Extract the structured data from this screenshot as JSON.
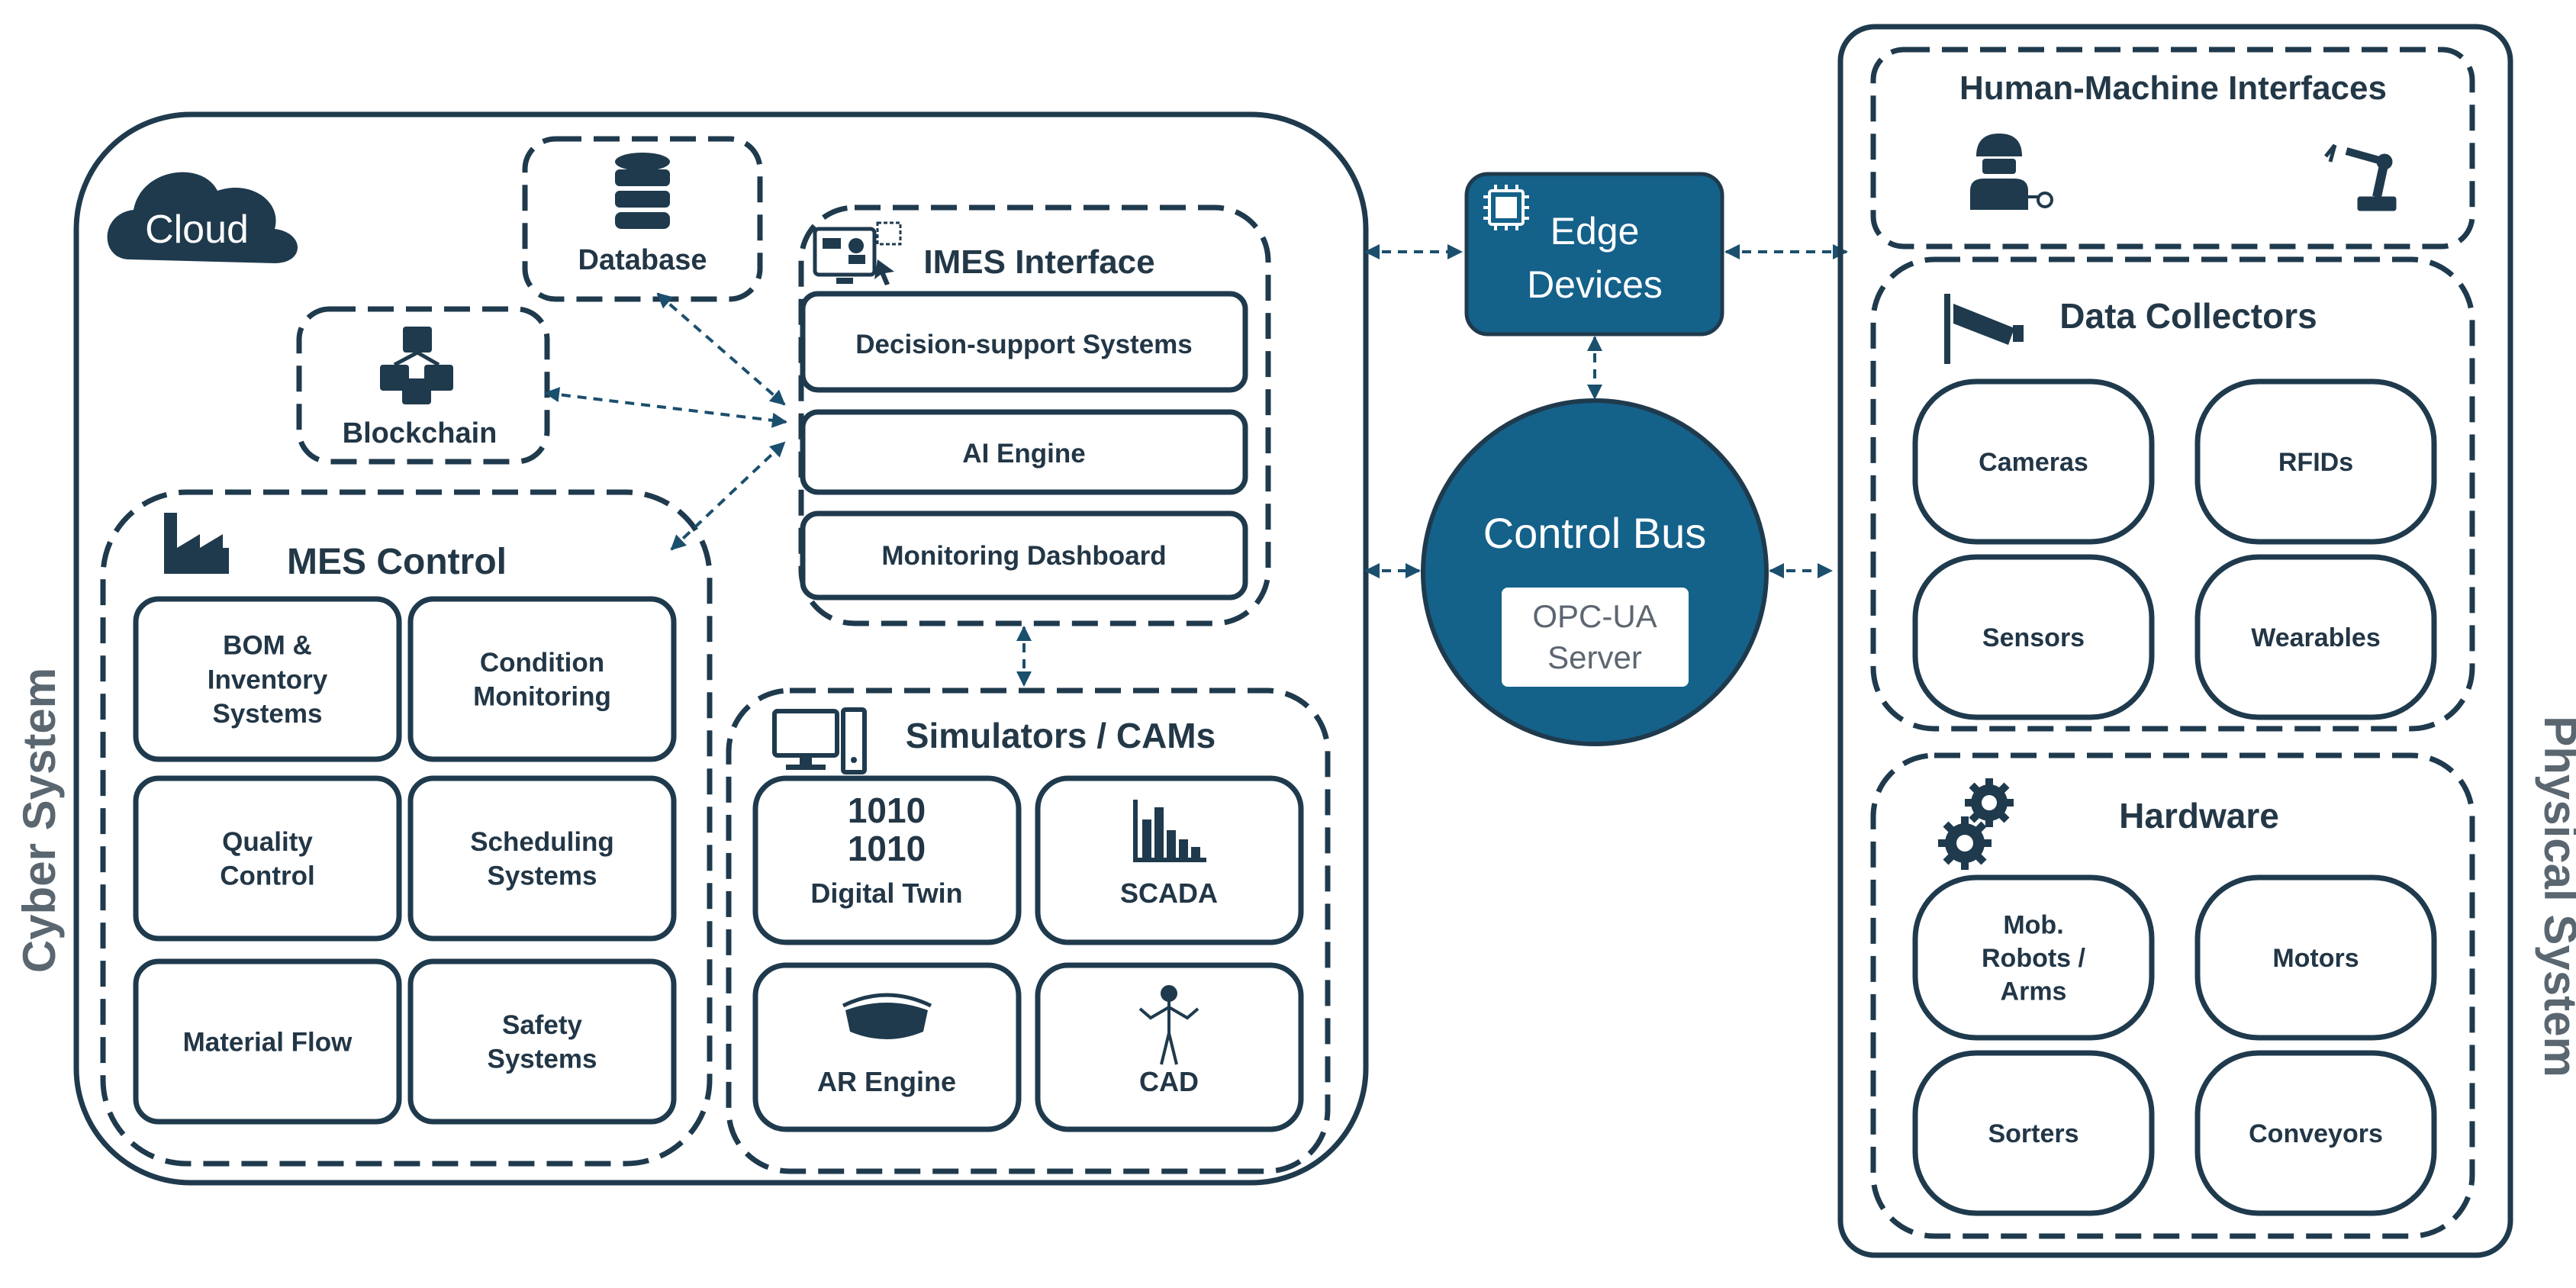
{
  "colors": {
    "navy": "#1f3a4d",
    "teal": "#14618a",
    "arrow": "#1b4f6e",
    "side": "#5a6670"
  },
  "cyber": {
    "label": "Cyber System",
    "cloud": "Cloud",
    "database": "Database",
    "blockchain": "Blockchain",
    "imes": {
      "title": "IMES Interface",
      "items": [
        "Decision-support Systems",
        "AI Engine",
        "Monitoring Dashboard"
      ]
    },
    "mes": {
      "title": "MES Control",
      "items": [
        [
          "BOM &",
          "Inventory",
          "Systems"
        ],
        [
          "Condition",
          "Monitoring"
        ],
        [
          "Quality",
          "Control"
        ],
        [
          "Scheduling",
          "Systems"
        ],
        [
          "Material Flow"
        ],
        [
          "Safety",
          "Systems"
        ]
      ]
    },
    "sim": {
      "title": "Simulators / CAMs",
      "digital_twin_icon": [
        "1010",
        "1010"
      ],
      "items": [
        "Digital Twin",
        "SCADA",
        "AR Engine",
        "CAD"
      ]
    }
  },
  "edge": {
    "lines": [
      "Edge",
      "Devices"
    ]
  },
  "bus": {
    "title": "Control Bus",
    "server": [
      "OPC-UA",
      "Server"
    ]
  },
  "physical": {
    "label": "Physical System",
    "hmi": {
      "title": "Human-Machine Interfaces"
    },
    "collectors": {
      "title": "Data Collectors",
      "items": [
        "Cameras",
        "RFIDs",
        "Sensors",
        "Wearables"
      ]
    },
    "hardware": {
      "title": "Hardware",
      "items": [
        [
          "Mob.",
          "Robots /",
          "Arms"
        ],
        [
          "Motors"
        ],
        [
          "Sorters"
        ],
        [
          "Conveyors"
        ]
      ]
    }
  }
}
